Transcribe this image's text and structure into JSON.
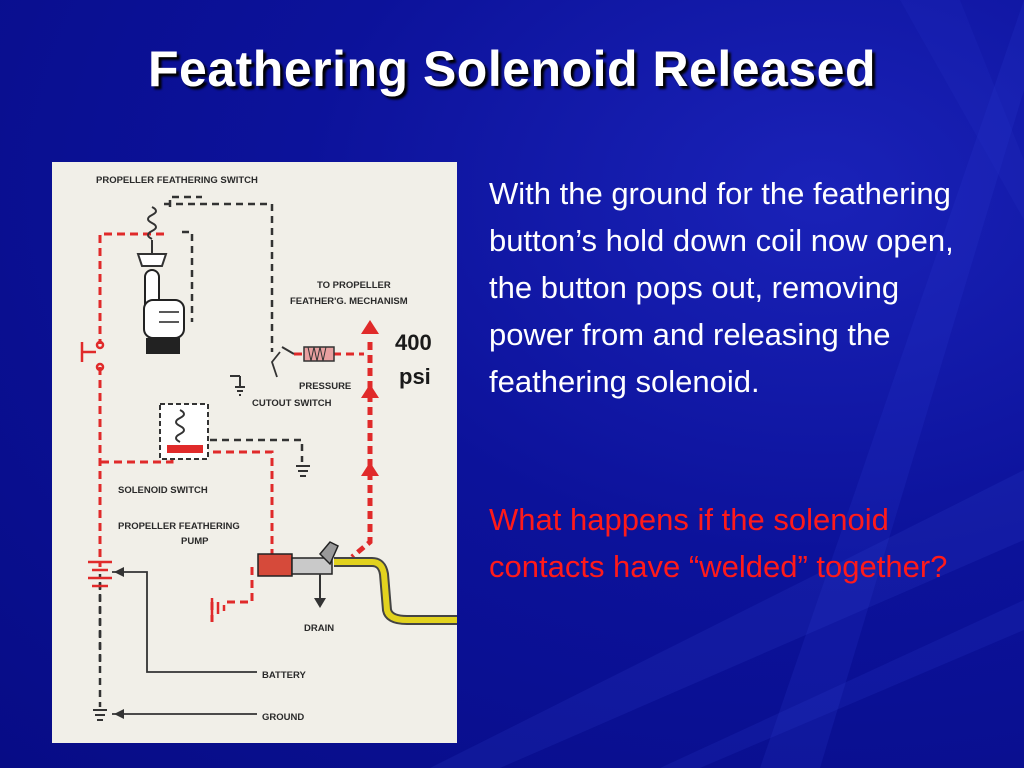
{
  "slide": {
    "title": "Feathering Solenoid Released",
    "body": "With the ground for the feathering button’s hold down coil now open, the button pops out, removing power from and releasing the feathering solenoid.",
    "question": "What happens if the solenoid contacts have “welded” together?"
  },
  "diagram": {
    "labels": {
      "switch": "PROPELLER  FEATHERING  SWITCH",
      "to_propeller": "TO  PROPELLER",
      "mechanism": "FEATHER'G.  MECHANISM",
      "pressure_value": "400",
      "pressure_unit": "psi",
      "pressure": "PRESSURE",
      "cutout": "CUTOUT  SWITCH",
      "solenoid": "SOLENOID  SWITCH",
      "pump_line1": "PROPELLER  FEATHERING",
      "pump_line2": "PUMP",
      "drain": "DRAIN",
      "battery": "BATTERY",
      "ground": "GROUND"
    },
    "colors": {
      "circuit_active": "#e02a2a",
      "circuit_inactive": "#333333",
      "oil_line": "#d8c21a"
    }
  }
}
